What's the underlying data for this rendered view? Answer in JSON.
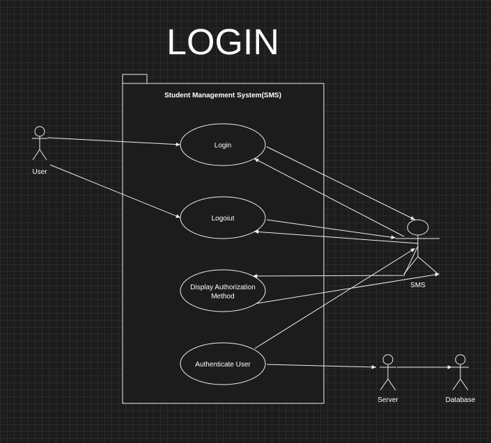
{
  "title": "LOGIN",
  "system_name": "Student Management System(SMS)",
  "use_cases": {
    "login": "Login",
    "logout": "Logoiut",
    "display_auth_line1": "Display Authorization",
    "display_auth_line2": "Method",
    "authenticate": "Authenticate User"
  },
  "actors": {
    "user": "User",
    "sms": "SMS",
    "server": "Server",
    "database": "Database"
  },
  "colors": {
    "background": "#1c1c1c",
    "grid": "#2b2b2b",
    "stroke": "#f0f0f0",
    "text": "#ffffff"
  }
}
